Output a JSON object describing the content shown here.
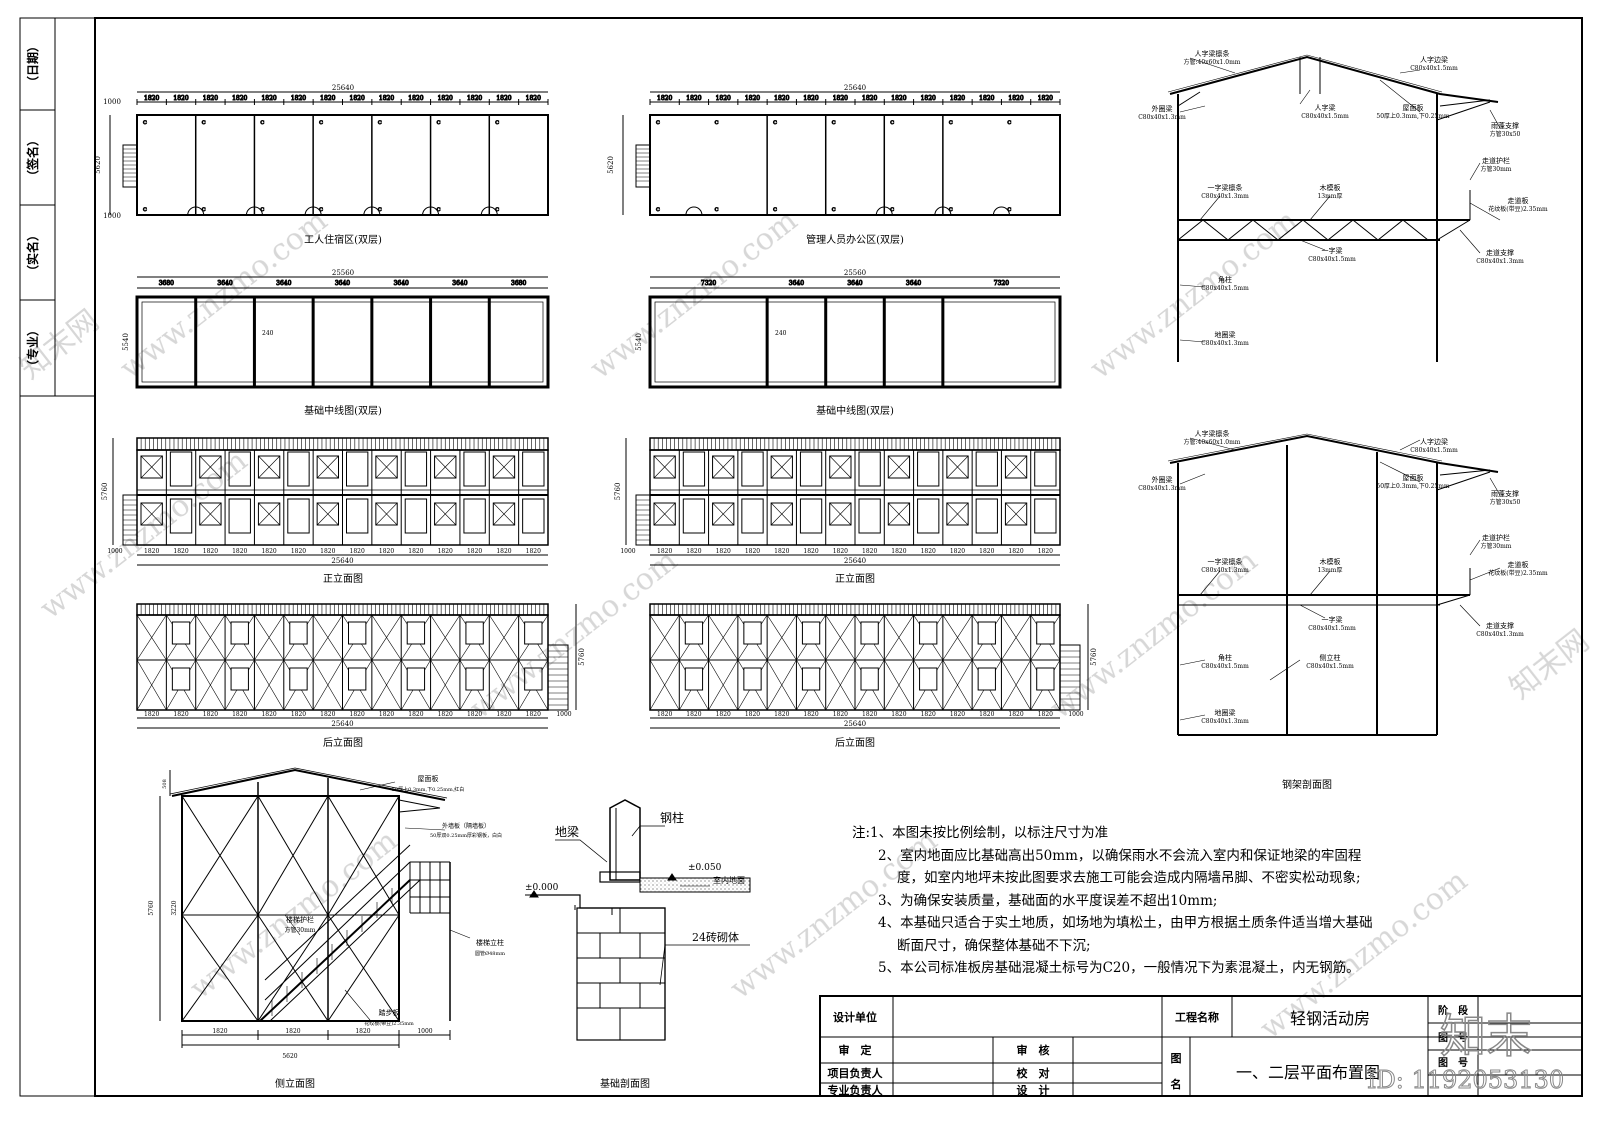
{
  "side_strip": {
    "date": "（日期）",
    "sign": "（签名）",
    "name": "（实名）",
    "major": "（专业）"
  },
  "views": {
    "dorm": "工人住宿区(双层)",
    "office": "管理人员办公区(双层)",
    "found1": "基础中线图(双层)",
    "found2": "基础中线图(双层)",
    "front1": "正立面图",
    "front2": "正立面图",
    "rear1": "后立面图",
    "rear2": "后立面图",
    "steel1": "",
    "steel2": "钢架剖面图",
    "side": "侧立面图",
    "fsec": "基础剖面图"
  },
  "dims": {
    "total_len": "25640",
    "found_len": "25560",
    "bay": "1820",
    "end_1000": "1000",
    "width_5620": "5620",
    "width_5540": "5540",
    "f_bay": "3640",
    "f_end": "3680",
    "f_big": "7320",
    "wall_240": "240",
    "height": "5760",
    "side_total": "5620",
    "side_h": "5760",
    "side_3": "3220",
    "side_508": "508"
  },
  "steel_labels": {
    "purlin": "人字梁檩条",
    "purlin_spec": "方管:40x60x1.0mm",
    "edge": "人字边梁",
    "edge_spec": "C80x40x1.5mm",
    "ring": "外圈梁",
    "ring_spec": "C80x40x1.3mm",
    "truss": "人字梁",
    "truss_spec": "C80x40x1.5mm",
    "roof": "屋面板",
    "roof_spec": "50厚上0.3mm,下0.25mm",
    "canopy": "雨蓬支撑",
    "canopy_spec": "方管30x50",
    "rail": "走道护栏",
    "rail_spec": "方管30mm",
    "walkplate": "走道板",
    "walkplate_spec": "花纹板(带豆)2.35mm",
    "beam1": "一字梁檩条",
    "beam1_spec": "C80x40x1.3mm",
    "wood": "木模板",
    "wood_spec": "13mm厚",
    "beam": "一字梁",
    "beam_spec": "C80x40x1.5mm",
    "walk_support": "走道支撑",
    "walk_support_spec": "C80x40x1.3mm",
    "corner": "角柱",
    "corner_spec": "C80x40x1.5mm",
    "ground": "地圈梁",
    "ground_spec": "C80x40x1.3mm",
    "side_col": "侧立柱",
    "side_col_spec": "C80x40x1.5mm"
  },
  "side_labels": {
    "roof": "屋面板",
    "roof_spec": "50厚上0.3mm,下0.25mm,红白",
    "wall": "外墙板（隔墙板）",
    "wall_spec": "50厚双0.25mm厚彩钢板，白白",
    "rail": "楼梯护栏",
    "rail_spec": "方管30mm",
    "post": "楼梯立柱",
    "post_spec": "圆管Ø48mm",
    "tread": "踏步板",
    "tread_spec": "花纹板(带豆)2.35mm",
    "d1": "1820",
    "d2": "1820",
    "d3": "1820",
    "d4": "1000",
    "total": "5620"
  },
  "fsec_labels": {
    "col": "钢柱",
    "beam": "地梁",
    "lvl1": "±0.050",
    "indoor": "室内地面",
    "lvl0": "±0.000",
    "brick": "24砖砌体"
  },
  "notes": [
    "注:1、本图未按比例绘制，以标注尺寸为准",
    "2、室内地面应比基础高出50mm，以确保雨水不会流入室内和保证地梁的牢固程",
    "度，如室内地坪未按此图要求去施工可能会造成内隔墙吊脚、不密实松动现象;",
    "3、为确保安装质量，基础面的水平度误差不超出10mm;",
    "4、本基础只适合于实土地质，如场地为填松土，由甲方根据土质条件适当增大基础",
    "断面尺寸，确保整体基础不下沉;",
    "5、本公司标准板房基础混凝土标号为C20，一般情况下为素混凝土，内无钢筋。"
  ],
  "title_block": {
    "design_unit": "设计单位",
    "project_name_label": "工程名称",
    "project_name": "轻钢活动房",
    "approve": "审　定",
    "review": "审　核",
    "proj_lead": "项目负责人",
    "check": "校　对",
    "spec_lead": "专业负责人",
    "design": "设　计",
    "drawing_name_label": "图\n名",
    "drawing_name": "一、二层平面布置图",
    "map_label": "图　号",
    "sheet_label": "图　号",
    "stage_label": "阶　段"
  },
  "watermarks": {
    "brand": "知末",
    "id": "ID: 1192053130",
    "site": "www.znzmo.com",
    "site_cn": "知末网"
  }
}
